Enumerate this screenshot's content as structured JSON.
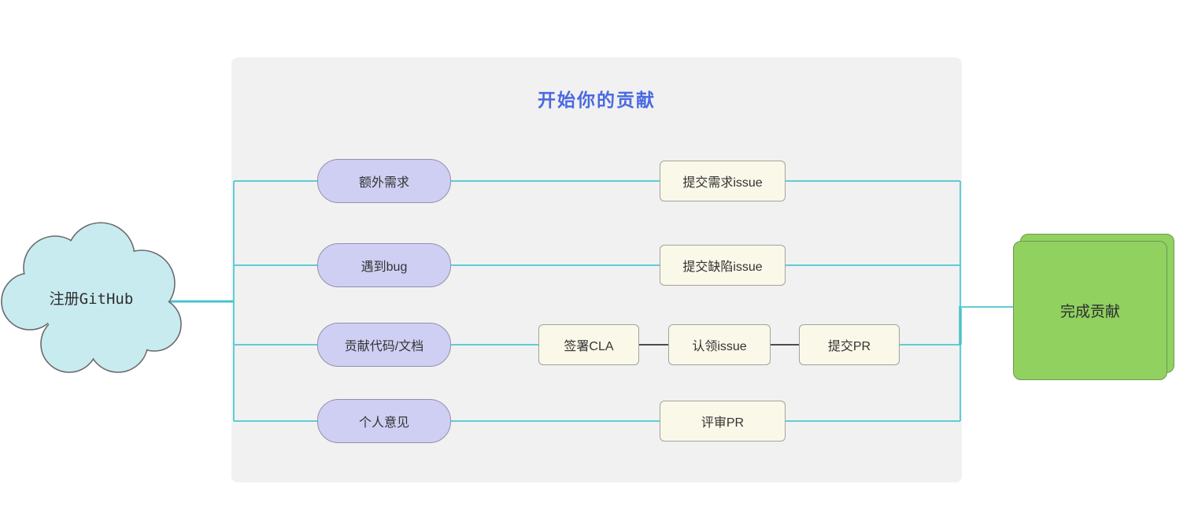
{
  "diagram": {
    "title": "开始你的贡献",
    "start": {
      "label": "注册GitHub",
      "shape": "cloud"
    },
    "end": {
      "label": "完成贡献",
      "shape": "stacked-rectangle"
    },
    "branches": [
      {
        "source": "额外需求",
        "steps": [
          "提交需求issue"
        ]
      },
      {
        "source": "遇到bug",
        "steps": [
          "提交缺陷issue"
        ]
      },
      {
        "source": "贡献代码/文档",
        "steps": [
          "签署CLA",
          "认领issue",
          "提交PR"
        ]
      },
      {
        "source": "个人意见",
        "steps": [
          "评审PR"
        ]
      }
    ]
  },
  "colors": {
    "edge-teal": "#5fcdd4",
    "edge-teal-dark": "#49c3cd",
    "edge-dark": "#4c4c4c",
    "title-blue": "#4a69e2",
    "container-bg": "#f1f1f1",
    "cloud-fill": "#c8ebef",
    "cloud-border": "#6b6b6b",
    "branch-fill": "#cfcff4",
    "branch-border": "#9191af",
    "step-fill": "#faf8e8",
    "step-border": "#a3a39b",
    "end-fill": "#90d160",
    "end-border": "#729653",
    "text": "#333333"
  }
}
